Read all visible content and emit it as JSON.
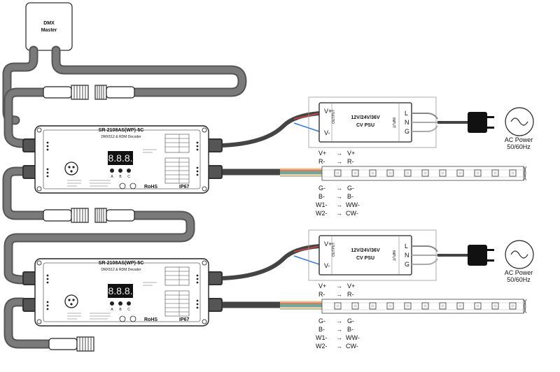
{
  "dmx_master": {
    "line1": "DMX",
    "line2": "Master"
  },
  "decoders": [
    {
      "model": "SR-2108AS(WP)-5C",
      "subtitle": "DMX512 & RDM Decoder",
      "display": "8.8.8.",
      "buttons": [
        "A",
        "B",
        "C"
      ],
      "ip_rating": "IP67",
      "cert": "RoHS",
      "psu": {
        "out_v_plus": "V+",
        "out_v_minus": "V-",
        "output_label": "OUTPUT",
        "title": "12V/24V/36V",
        "sub": "CV PSU",
        "input_label": "INPUT",
        "l": "L",
        "n": "N",
        "g": "G"
      },
      "ac_power": {
        "line1": "AC Power",
        "line2": "50/60Hz"
      },
      "wiring_top": [
        {
          "from": "V+",
          "to": "V+"
        },
        {
          "from": "R-",
          "to": "R-"
        }
      ],
      "wiring_bottom": [
        {
          "from": "G-",
          "to": "G-"
        },
        {
          "from": "B-",
          "to": "B-"
        },
        {
          "from": "W1-",
          "to": "WW-"
        },
        {
          "from": "W2-",
          "to": "CW-"
        }
      ]
    },
    {
      "model": "SR-2108AS(WP)-5C",
      "subtitle": "DMX512 & RDM Decoder",
      "display": "8.8.8.",
      "buttons": [
        "A",
        "B",
        "C"
      ],
      "ip_rating": "IP67",
      "cert": "RoHS",
      "psu": {
        "out_v_plus": "V+",
        "out_v_minus": "V-",
        "output_label": "OUTPUT",
        "title": "12V/24V/36V",
        "sub": "CV PSU",
        "input_label": "INPUT",
        "l": "L",
        "n": "N",
        "g": "G"
      },
      "ac_power": {
        "line1": "AC Power",
        "line2": "50/60Hz"
      },
      "wiring_top": [
        {
          "from": "V+",
          "to": "V+"
        },
        {
          "from": "R-",
          "to": "R-"
        }
      ],
      "wiring_bottom": [
        {
          "from": "G-",
          "to": "G-"
        },
        {
          "from": "B-",
          "to": "B-"
        },
        {
          "from": "W1-",
          "to": "WW-"
        },
        {
          "from": "W2-",
          "to": "CW-"
        }
      ]
    }
  ],
  "colors": {
    "cable": "#555555",
    "cable_inner": "#7a7a7a",
    "wire_red": "#d64545",
    "wire_blue": "#3a7bd5",
    "wire_green": "#2e9e4f",
    "wire_yellow": "#e8c53a",
    "wire_orange": "#e89a3a",
    "wire_white": "#f0f0f0",
    "led": "#d9d9d9"
  }
}
